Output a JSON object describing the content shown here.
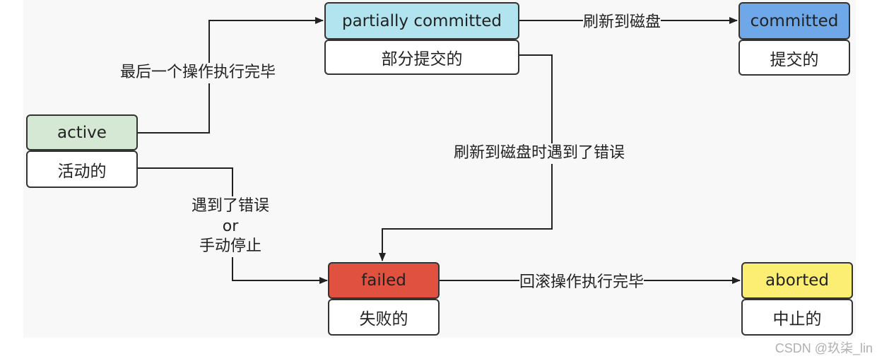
{
  "states": {
    "active": {
      "label": "active",
      "cn": "活动的",
      "color": "#d5e8d4"
    },
    "partial": {
      "label": "partially committed",
      "cn": "部分提交的",
      "color": "#b1e4ee"
    },
    "committed": {
      "label": "committed",
      "cn": "提交的",
      "color": "#6fa8e8"
    },
    "failed": {
      "label": "failed",
      "cn": "失败的",
      "color": "#e05140"
    },
    "aborted": {
      "label": "aborted",
      "cn": "中止的",
      "color": "#fbee73"
    }
  },
  "edges": {
    "active_to_partial": "最后一个操作执行完毕",
    "partial_to_committed": "刷新到磁盘",
    "partial_to_failed": "刷新到磁盘时遇到了错误",
    "active_to_failed_line1": "遇到了错误",
    "active_to_failed_line2": "or",
    "active_to_failed_line3": "手动停止",
    "failed_to_aborted": "回滚操作执行完毕"
  },
  "watermark": "CSDN @玖柒_lin"
}
